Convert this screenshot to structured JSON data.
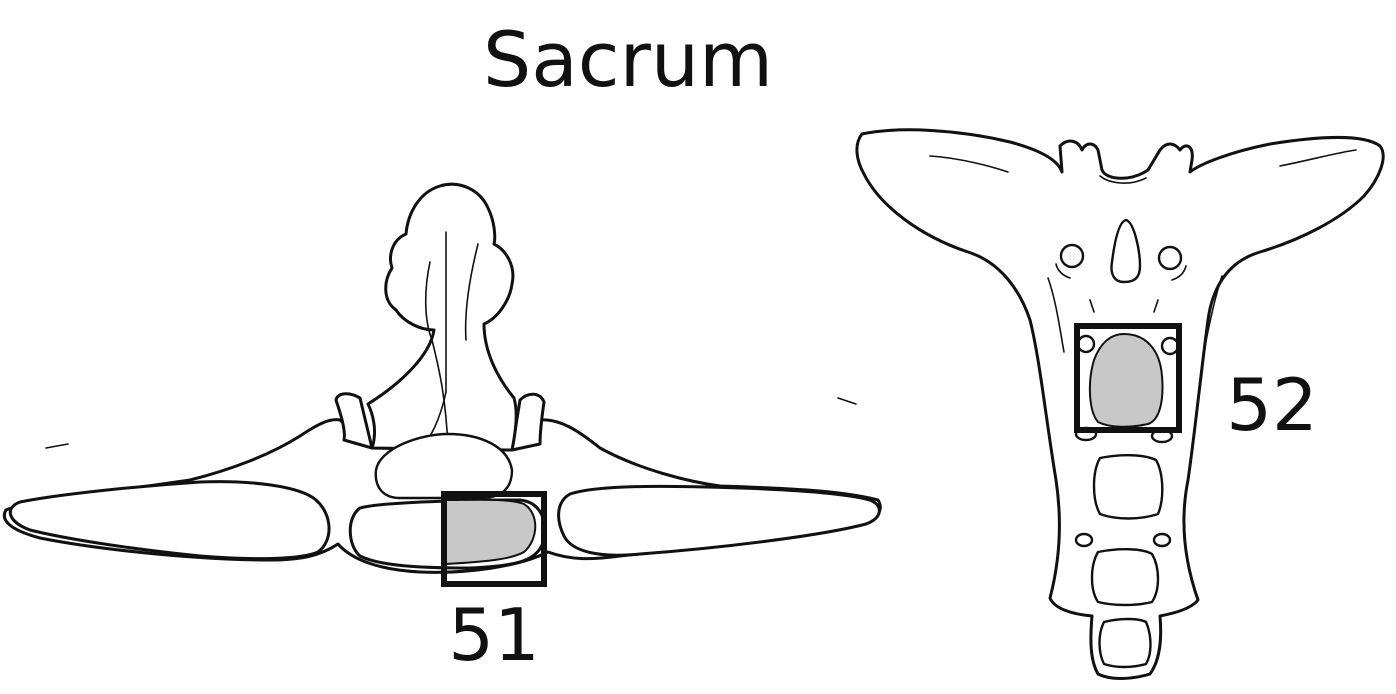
{
  "figure": {
    "title": "Sacrum",
    "views": [
      {
        "id": "cranial-view",
        "marker": "51"
      },
      {
        "id": "ventral-view",
        "marker": "52"
      }
    ],
    "colors": {
      "outline": "#111111",
      "bone_fill": "#ffffff",
      "highlight_fill": "#c8c8c8",
      "background": "#ffffff"
    }
  }
}
